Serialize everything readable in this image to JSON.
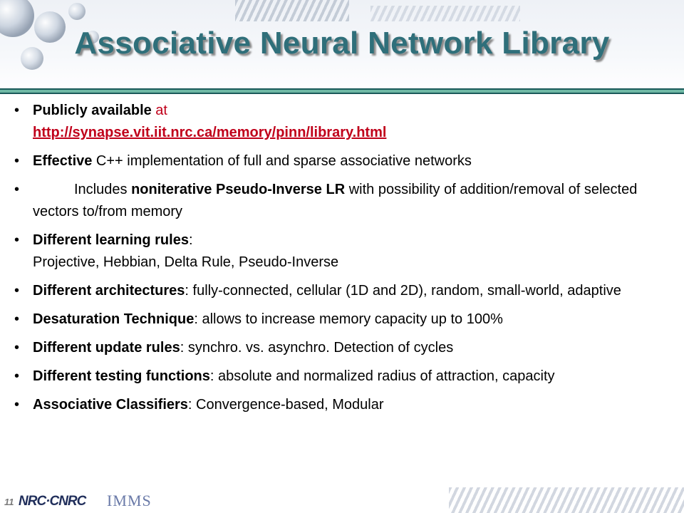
{
  "slide": {
    "title": "Associative Neural Network Library",
    "page_number": "11",
    "footer_logo_nrc": "NRC·CNRC",
    "footer_logo_imms": "IMMS"
  },
  "bullets": [
    {
      "bold": "Publicly available",
      "red": " at",
      "link": "http://synapse.vit.iit.nrc.ca/memory/pinn/library.html"
    },
    {
      "bold": "Effective",
      "text": " C++ implementation of full and sparse associative networks"
    },
    {
      "text_pre": "Includes ",
      "bold": "noniterative Pseudo-Inverse LR",
      "text": "  with possibility of addition/removal of selected vectors to/from memory"
    },
    {
      "bold": "Different learning rules",
      "text": ":",
      "line2": "Projective, Hebbian, Delta Rule, Pseudo-Inverse"
    },
    {
      "bold": "Different architectures",
      "text": ": fully-connected, cellular (1D and 2D), random, small-world, adaptive"
    },
    {
      "bold": "Desaturation Technique",
      "text": ": allows to increase memory capacity up to 100%"
    },
    {
      "bold": "Different update rules",
      "text": ": synchro. vs. asynchro. Detection of cycles"
    },
    {
      "bold": "Different testing functions",
      "text": ": absolute and normalized radius of attraction, capacity"
    },
    {
      "bold": "Associative Classifiers",
      "text": ": Convergence-based, Modular"
    }
  ]
}
